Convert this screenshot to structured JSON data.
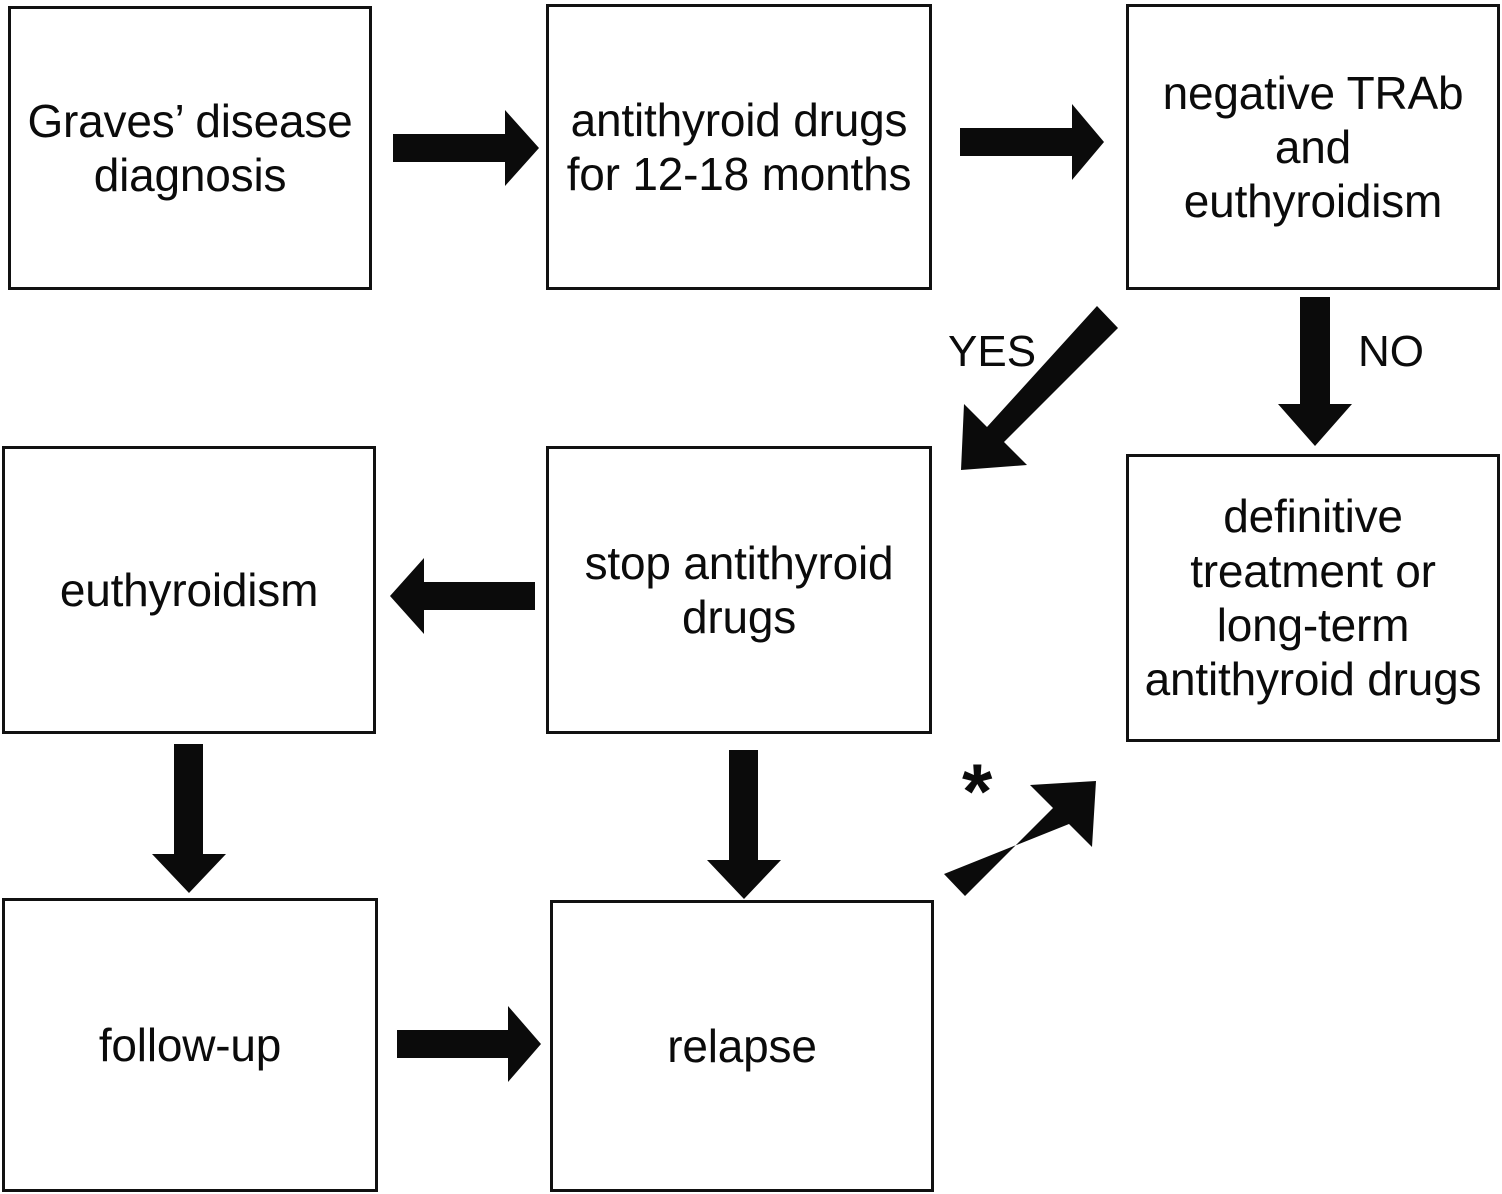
{
  "diagram": {
    "title": "Graves' disease management flowchart",
    "background_color": "#ffffff",
    "stroke_color": "#0b0b0b",
    "nodes": [
      {
        "id": "diagnosis",
        "label": "Graves’ disease\ndiagnosis"
      },
      {
        "id": "atd",
        "label": "antithyroid drugs\nfor 12-18 months"
      },
      {
        "id": "trab",
        "label": "negative TRAb\nand\neuthyroidism"
      },
      {
        "id": "definitive",
        "label": "definitive\ntreatment or\nlong-term\nantithyroid drugs"
      },
      {
        "id": "euthyroid",
        "label": "euthyroidism"
      },
      {
        "id": "stop",
        "label": "stop antithyroid\ndrugs"
      },
      {
        "id": "followup",
        "label": "follow-up"
      },
      {
        "id": "relapse",
        "label": "relapse"
      }
    ],
    "edge_labels": [
      {
        "id": "yes",
        "text": "YES"
      },
      {
        "id": "no",
        "text": "NO"
      }
    ],
    "annotations": [
      {
        "id": "asterisk",
        "text": "*"
      }
    ],
    "edges": [
      {
        "id": "diagnosis-to-atd",
        "from": "diagnosis",
        "to": "atd",
        "direction": "right"
      },
      {
        "id": "atd-to-trab",
        "from": "atd",
        "to": "trab",
        "direction": "right"
      },
      {
        "id": "trab-to-stop",
        "from": "trab",
        "to": "stop",
        "direction": "down-left",
        "label": "YES"
      },
      {
        "id": "trab-to-definitive",
        "from": "trab",
        "to": "definitive",
        "direction": "down",
        "label": "NO"
      },
      {
        "id": "stop-to-euthyroid",
        "from": "stop",
        "to": "euthyroid",
        "direction": "left"
      },
      {
        "id": "euthyroid-to-followup",
        "from": "euthyroid",
        "to": "followup",
        "direction": "down"
      },
      {
        "id": "stop-to-relapse",
        "from": "stop",
        "to": "relapse",
        "direction": "down"
      },
      {
        "id": "followup-to-relapse",
        "from": "followup",
        "to": "relapse",
        "direction": "right"
      },
      {
        "id": "relapse-to-definitive",
        "from": "relapse",
        "to": "definitive",
        "direction": "up-right",
        "annotation": "*"
      }
    ]
  }
}
